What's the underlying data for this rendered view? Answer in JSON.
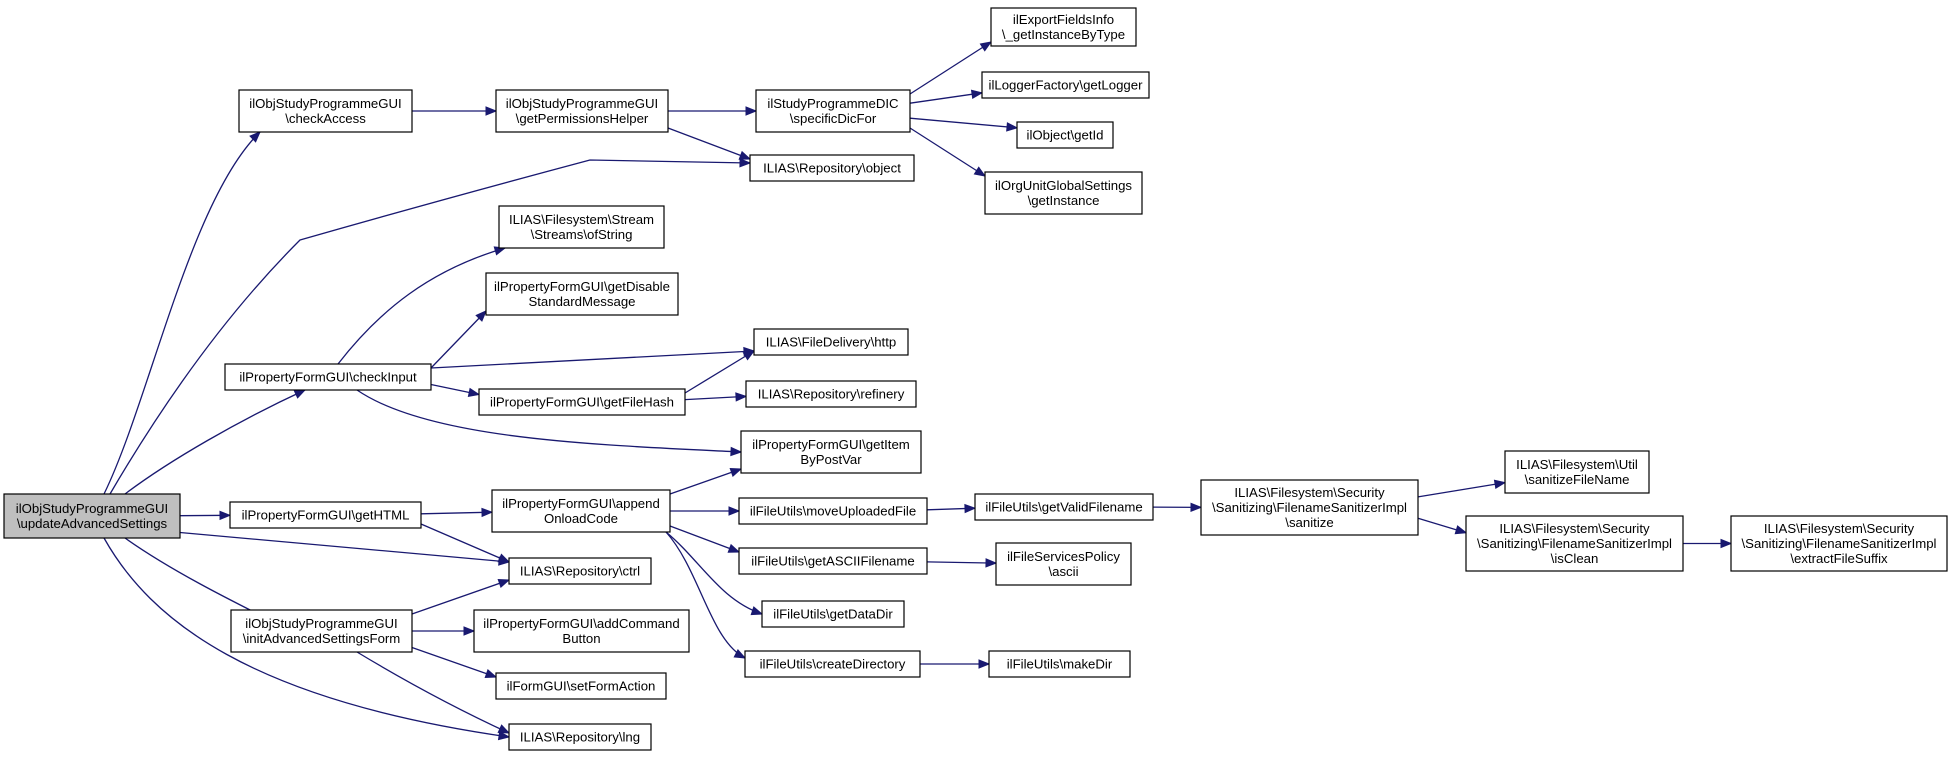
{
  "colors": {
    "edge": "#191970",
    "node_border": "#000000",
    "root_fill": "#bfbfbf",
    "node_fill": "#ffffff"
  },
  "nodes": {
    "root": [
      "ilObjStudyProgrammeGUI",
      "\\updateAdvancedSettings"
    ],
    "checkAccess": [
      "ilObjStudyProgrammeGUI",
      "\\checkAccess"
    ],
    "getPermissionsHelper": [
      "ilObjStudyProgrammeGUI",
      "\\getPermissionsHelper"
    ],
    "specificDicFor": [
      "ilStudyProgrammeDIC",
      "\\specificDicFor"
    ],
    "exportFieldsInfo": [
      "ilExportFieldsInfo",
      "\\_getInstanceByType"
    ],
    "loggerFactory": [
      "ilLoggerFactory\\getLogger"
    ],
    "objectGetId": [
      "ilObject\\getId"
    ],
    "orgUnitSettings": [
      "ilOrgUnitGlobalSettings",
      "\\getInstance"
    ],
    "repoObject": [
      "ILIAS\\Repository\\object"
    ],
    "streamsOfString": [
      "ILIAS\\Filesystem\\Stream",
      "\\Streams\\ofString"
    ],
    "getDisableStandardMessage": [
      "ilPropertyFormGUI\\getDisable",
      "StandardMessage"
    ],
    "fileDeliveryHttp": [
      "ILIAS\\FileDelivery\\http"
    ],
    "checkInput": [
      "ilPropertyFormGUI\\checkInput"
    ],
    "getFileHash": [
      "ilPropertyFormGUI\\getFileHash"
    ],
    "repoRefinery": [
      "ILIAS\\Repository\\refinery"
    ],
    "getItemByPostVar": [
      "ilPropertyFormGUI\\getItem",
      "ByPostVar"
    ],
    "getHTML": [
      "ilPropertyFormGUI\\getHTML"
    ],
    "appendOnloadCode": [
      "ilPropertyFormGUI\\append",
      "OnloadCode"
    ],
    "moveUploadedFile": [
      "ilFileUtils\\moveUploadedFile"
    ],
    "getValidFilename": [
      "ilFileUtils\\getValidFilename"
    ],
    "sanitize": [
      "ILIAS\\Filesystem\\Security",
      "\\Sanitizing\\FilenameSanitizerImpl",
      "\\sanitize"
    ],
    "sanitizeFileName": [
      "ILIAS\\Filesystem\\Util",
      "\\sanitizeFileName"
    ],
    "isClean": [
      "ILIAS\\Filesystem\\Security",
      "\\Sanitizing\\FilenameSanitizerImpl",
      "\\isClean"
    ],
    "extractFileSuffix": [
      "ILIAS\\Filesystem\\Security",
      "\\Sanitizing\\FilenameSanitizerImpl",
      "\\extractFileSuffix"
    ],
    "repoCtrl": [
      "ILIAS\\Repository\\ctrl"
    ],
    "getASCIIFilename": [
      "ilFileUtils\\getASCIIFilename"
    ],
    "fileServicesAscii": [
      "ilFileServicesPolicy",
      "\\ascii"
    ],
    "getDataDir": [
      "ilFileUtils\\getDataDir"
    ],
    "initAdvancedSettingsForm": [
      "ilObjStudyProgrammeGUI",
      "\\initAdvancedSettingsForm"
    ],
    "addCommandButton": [
      "ilPropertyFormGUI\\addCommand",
      "Button"
    ],
    "setFormAction": [
      "ilFormGUI\\setFormAction"
    ],
    "createDirectory": [
      "ilFileUtils\\createDirectory"
    ],
    "makeDir": [
      "ilFileUtils\\makeDir"
    ],
    "repoLng": [
      "ILIAS\\Repository\\lng"
    ]
  },
  "edges": [
    [
      "root",
      "checkAccess"
    ],
    [
      "root",
      "repoObject"
    ],
    [
      "root",
      "checkInput"
    ],
    [
      "root",
      "getHTML"
    ],
    [
      "root",
      "repoCtrl"
    ],
    [
      "root",
      "initAdvancedSettingsForm"
    ],
    [
      "root",
      "repoLng"
    ],
    [
      "checkAccess",
      "getPermissionsHelper"
    ],
    [
      "getPermissionsHelper",
      "specificDicFor"
    ],
    [
      "getPermissionsHelper",
      "repoObject"
    ],
    [
      "specificDicFor",
      "exportFieldsInfo"
    ],
    [
      "specificDicFor",
      "loggerFactory"
    ],
    [
      "specificDicFor",
      "objectGetId"
    ],
    [
      "specificDicFor",
      "orgUnitSettings"
    ],
    [
      "checkInput",
      "streamsOfString"
    ],
    [
      "checkInput",
      "getDisableStandardMessage"
    ],
    [
      "checkInput",
      "fileDeliveryHttp"
    ],
    [
      "checkInput",
      "getFileHash"
    ],
    [
      "checkInput",
      "getItemByPostVar"
    ],
    [
      "getFileHash",
      "fileDeliveryHttp"
    ],
    [
      "getFileHash",
      "repoRefinery"
    ],
    [
      "getHTML",
      "appendOnloadCode"
    ],
    [
      "getHTML",
      "repoCtrl"
    ],
    [
      "appendOnloadCode",
      "getItemByPostVar"
    ],
    [
      "appendOnloadCode",
      "moveUploadedFile"
    ],
    [
      "appendOnloadCode",
      "getASCIIFilename"
    ],
    [
      "appendOnloadCode",
      "getDataDir"
    ],
    [
      "appendOnloadCode",
      "createDirectory"
    ],
    [
      "moveUploadedFile",
      "getValidFilename"
    ],
    [
      "getValidFilename",
      "sanitize"
    ],
    [
      "sanitize",
      "sanitizeFileName"
    ],
    [
      "sanitize",
      "isClean"
    ],
    [
      "isClean",
      "extractFileSuffix"
    ],
    [
      "getASCIIFilename",
      "fileServicesAscii"
    ],
    [
      "createDirectory",
      "makeDir"
    ],
    [
      "initAdvancedSettingsForm",
      "repoCtrl"
    ],
    [
      "initAdvancedSettingsForm",
      "addCommandButton"
    ],
    [
      "initAdvancedSettingsForm",
      "setFormAction"
    ],
    [
      "initAdvancedSettingsForm",
      "repoLng"
    ]
  ]
}
